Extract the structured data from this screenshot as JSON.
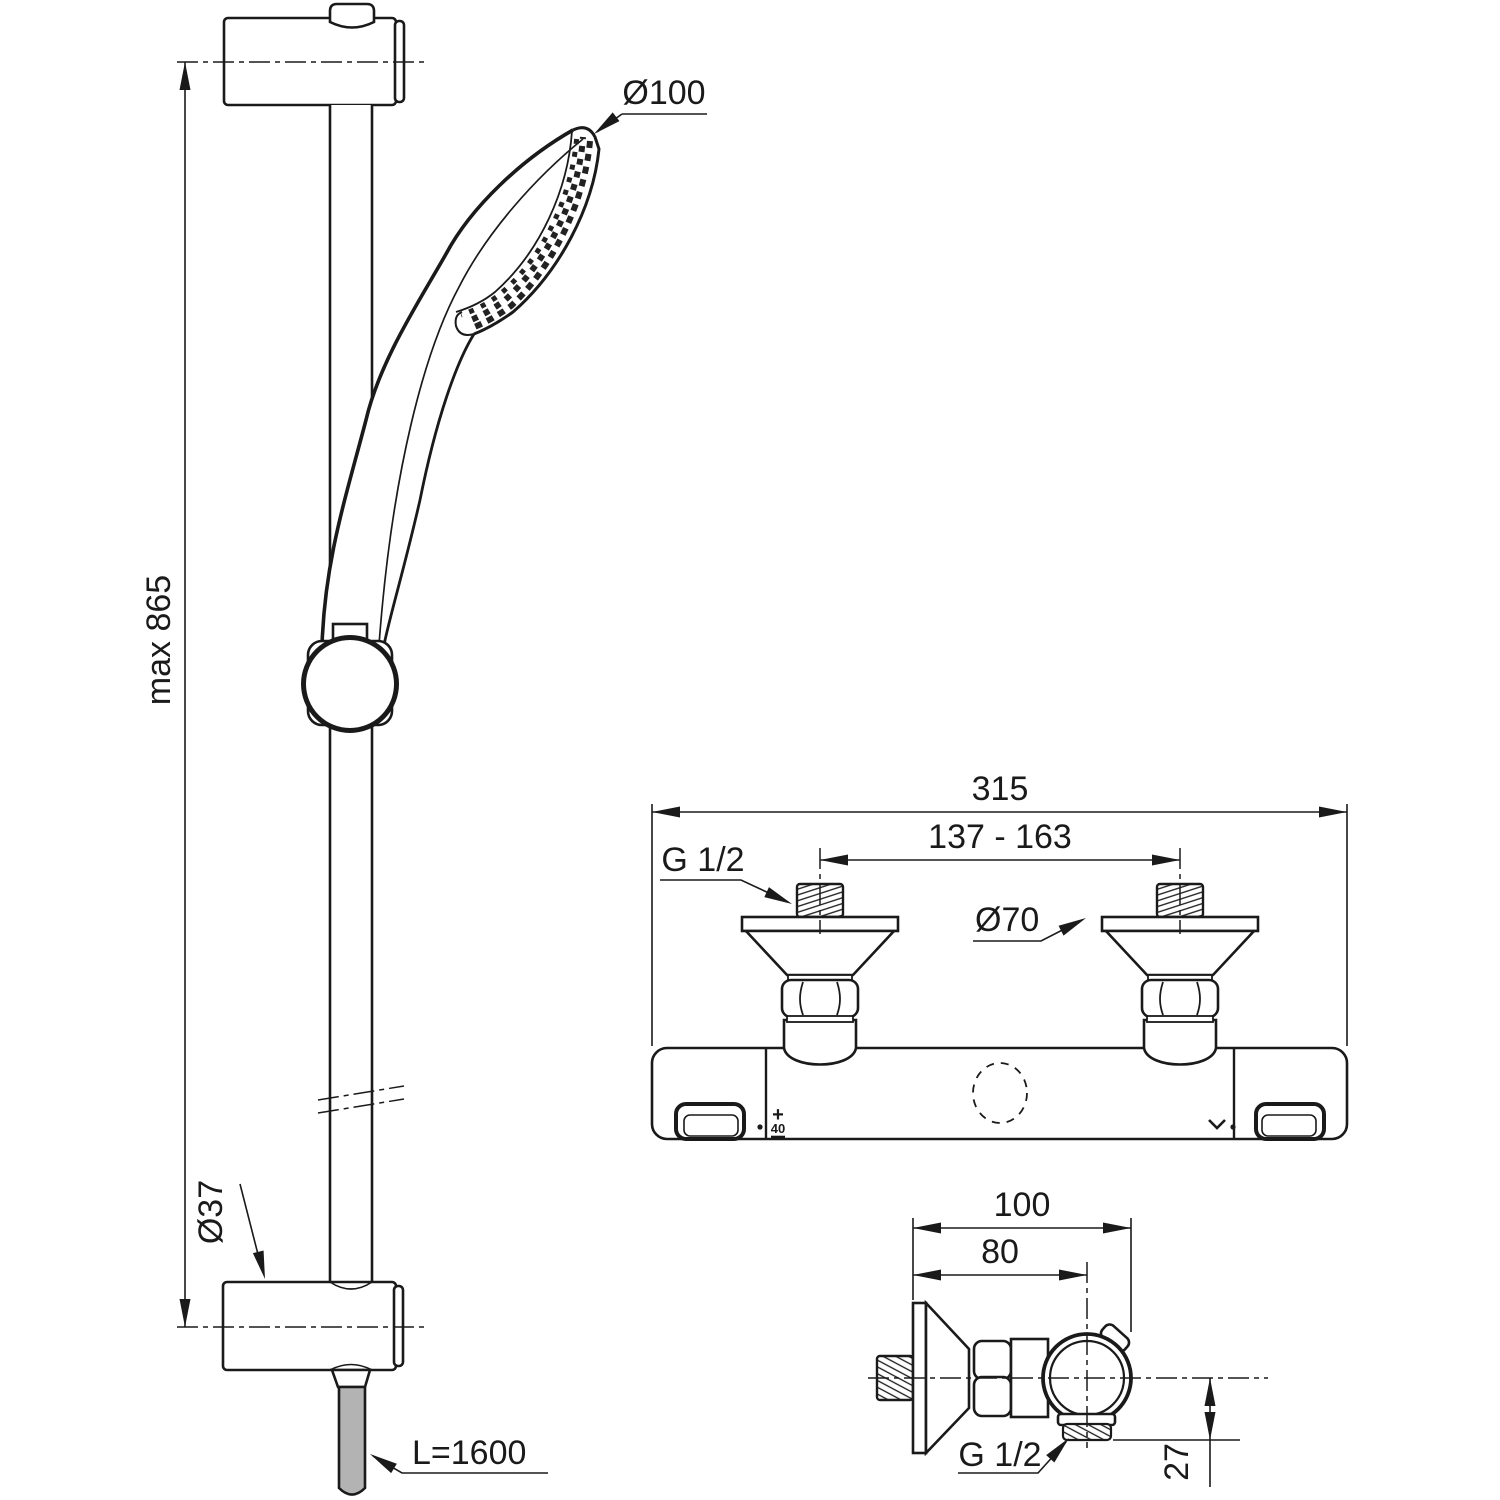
{
  "labels": {
    "rail": {
      "max_height": "max 865",
      "bracket_diameter": "Ø37",
      "head_diameter": "Ø100",
      "hose_length": "L=1600"
    },
    "mixer_front": {
      "overall_width": "315",
      "inlet_spacing": "137 - 163",
      "inlet_thread": "G 1/2",
      "escutcheon_diameter": "Ø70",
      "hot_plus": "+",
      "temp_stop": "40",
      "cold_minus": "−"
    },
    "mixer_side": {
      "depth_total": "100",
      "depth_to_center": "80",
      "outlet_thread": "G 1/2",
      "outlet_drop": "27"
    }
  },
  "colors": {
    "line": "#1a1a1a",
    "hose_fill": "#b3b3b3",
    "nozzle_dots": "#222222",
    "background": "#ffffff"
  }
}
